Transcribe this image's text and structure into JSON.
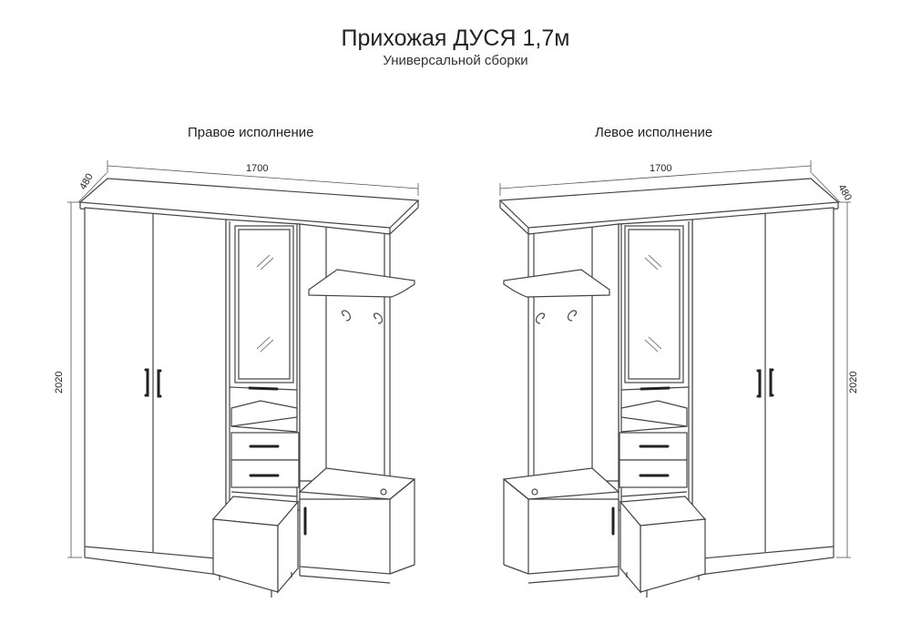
{
  "title": "Прихожая ДУСЯ 1,7м",
  "subtitle": "Универсальной сборки",
  "variants": [
    {
      "label": "Правое исполнение",
      "width": "1700",
      "depth": "480",
      "height": "2020"
    },
    {
      "label": "Левое исполнение",
      "width": "1700",
      "depth": "480",
      "height": "2020"
    }
  ]
}
